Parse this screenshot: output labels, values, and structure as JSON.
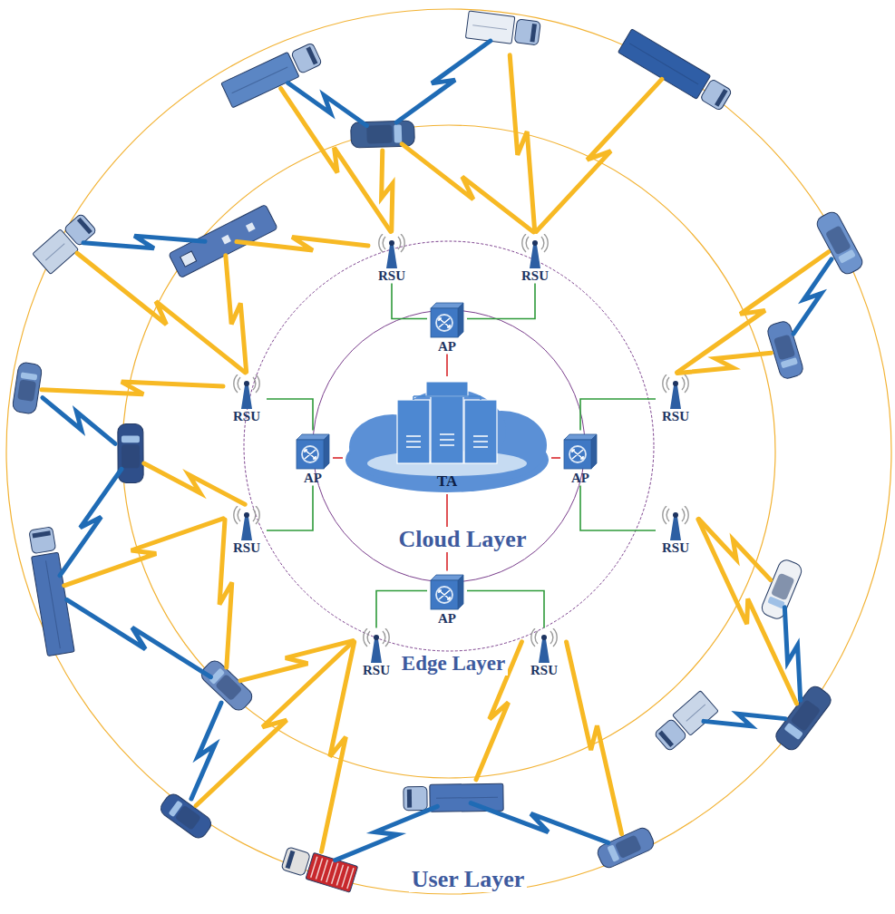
{
  "diagram": {
    "nodes": [
      {
        "text": [
          "TA"
        ]
      },
      {
        "text": [
          "AP"
        ]
      },
      {
        "text": [
          "AP"
        ]
      },
      {
        "text": [
          "AP"
        ]
      },
      {
        "text": [
          "AP"
        ]
      },
      {
        "text": [
          "RSU"
        ]
      },
      {
        "text": [
          "RSU"
        ]
      },
      {
        "text": [
          "RSU"
        ]
      },
      {
        "text": [
          "RSU"
        ]
      },
      {
        "text": [
          "RSU"
        ]
      },
      {
        "text": [
          "RSU"
        ]
      },
      {
        "text": [
          "RSU"
        ]
      },
      {
        "text": [
          "RSU"
        ]
      }
    ],
    "edges": [
      {
        "from": 0,
        "to": 1,
        "arrow": "none"
      },
      {
        "from": 0,
        "to": 2,
        "arrow": "none"
      },
      {
        "from": 0,
        "to": 3,
        "arrow": "none"
      },
      {
        "from": 0,
        "to": 4,
        "arrow": "none"
      },
      {
        "from": 1,
        "to": 5,
        "arrow": "none"
      },
      {
        "from": 1,
        "to": 6,
        "arrow": "none"
      },
      {
        "from": 2,
        "to": 7,
        "arrow": "none"
      },
      {
        "from": 2,
        "to": 8,
        "arrow": "none"
      },
      {
        "from": 3,
        "to": 9,
        "arrow": "none"
      },
      {
        "from": 3,
        "to": 10,
        "arrow": "none"
      },
      {
        "from": 4,
        "to": 11,
        "arrow": "none"
      },
      {
        "from": 4,
        "to": 12,
        "arrow": "none"
      }
    ],
    "labels": [
      "Cloud Layer",
      "Edge Layer",
      "User Layer"
    ]
  }
}
